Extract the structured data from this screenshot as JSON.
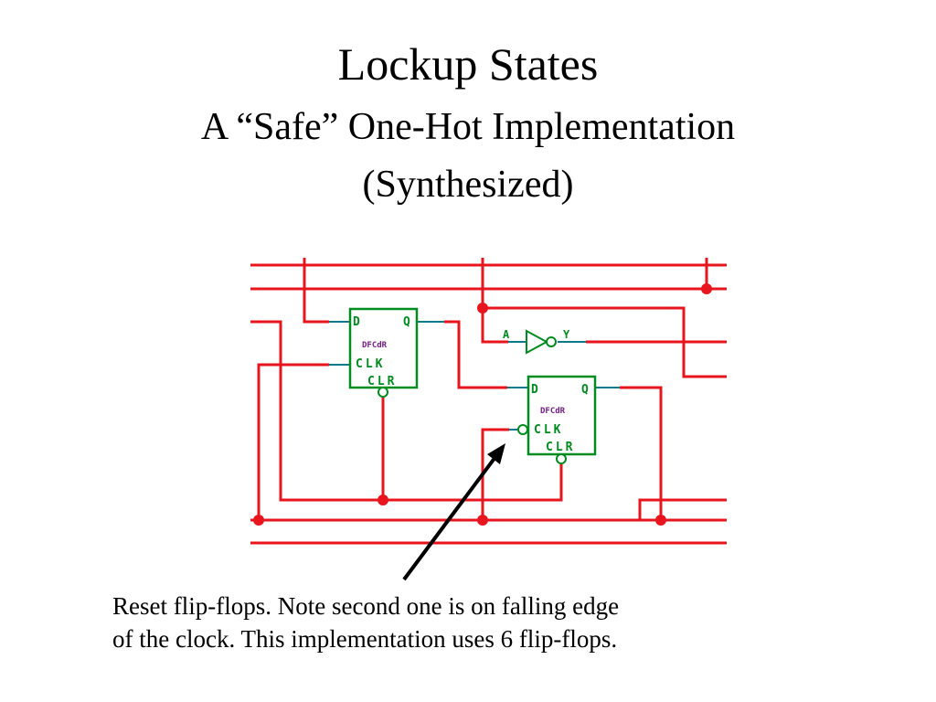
{
  "slide": {
    "title": "Lockup States",
    "subtitle": "A “Safe” One-Hot Implementation",
    "subtitle_paren": "(Synthesized)"
  },
  "schematic": {
    "wire_color": "#e8141e",
    "component_color": "#008c1e",
    "pin_color": "#0a7a8c",
    "label_color": "#7a1e8c",
    "flipflops": [
      {
        "d_label": "D",
        "q_label": "Q",
        "clk_label": "CLK",
        "clr_label": "CLR",
        "mid_label": "DFCdR"
      },
      {
        "d_label": "D",
        "q_label": "Q",
        "clk_label": "CLK",
        "clr_label": "CLR",
        "mid_label": "DFCdR"
      }
    ],
    "inverter": {
      "in_label": "A",
      "out_label": "Y"
    }
  },
  "caption": {
    "line1": "Reset flip-flops.  Note second one is on falling edge",
    "line2": "of the clock.  This implementation uses 6 flip-flops."
  }
}
